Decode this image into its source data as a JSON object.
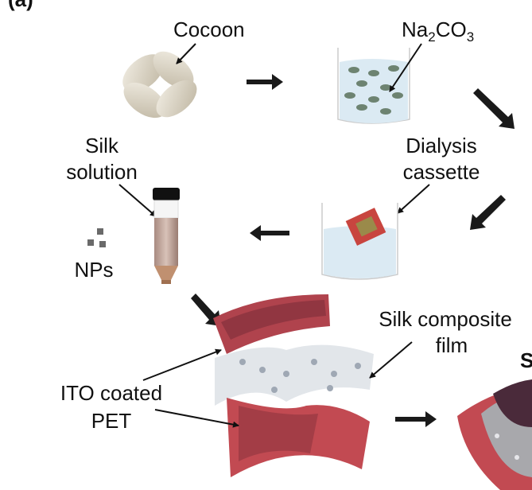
{
  "panel_label": "(a)",
  "labels": {
    "cocoon": "Cocoon",
    "na2co3": {
      "a": "Na",
      "b": "2",
      "c": "CO",
      "d": "3"
    },
    "silk_solution": [
      "Silk",
      "solution"
    ],
    "dialysis_cassette": [
      "Dialysis",
      "cassette"
    ],
    "nps": "NPs",
    "ito_coated_pet": [
      "ITO coated",
      "PET"
    ],
    "silk_composite_film": [
      "Silk composite",
      "film"
    ],
    "partial_right": "S"
  },
  "colors": {
    "ito_red": "#b0434d",
    "ito_dark": "#6e2a35",
    "cocoon": "#e6e0d2",
    "water": "#dbeaf3",
    "arrow": "#1a1a1a"
  }
}
